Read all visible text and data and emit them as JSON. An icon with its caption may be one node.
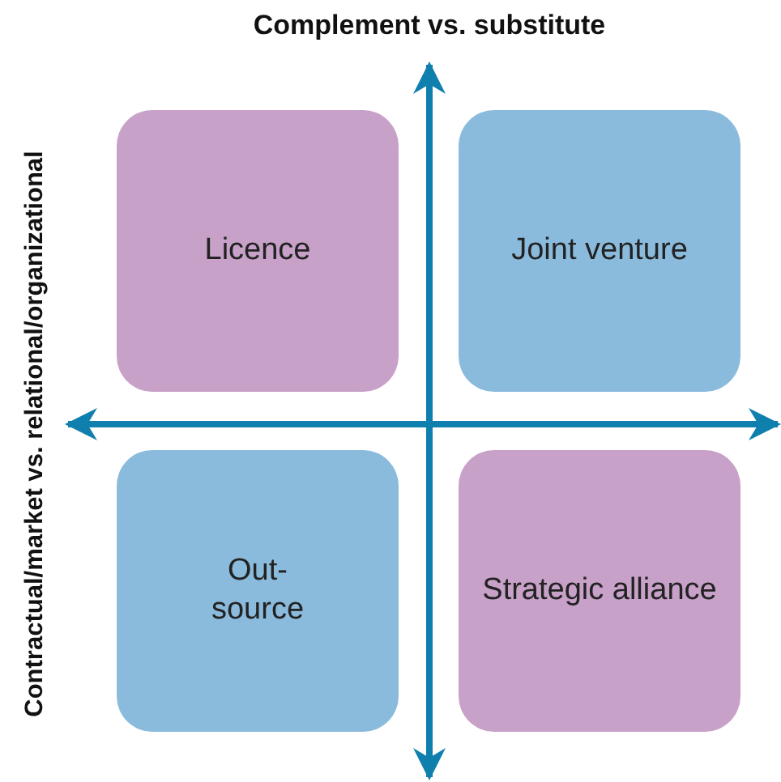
{
  "diagram": {
    "nodes": [
      {
        "text": [
          "Licence"
        ]
      },
      {
        "text": [
          "Joint venture"
        ]
      },
      {
        "text": [
          "Out- source"
        ]
      },
      {
        "text": [
          "Strategic alliance"
        ]
      }
    ],
    "labels": [
      "Complement vs. substitute",
      "Contractual/market vs. relational/organizational"
    ]
  }
}
